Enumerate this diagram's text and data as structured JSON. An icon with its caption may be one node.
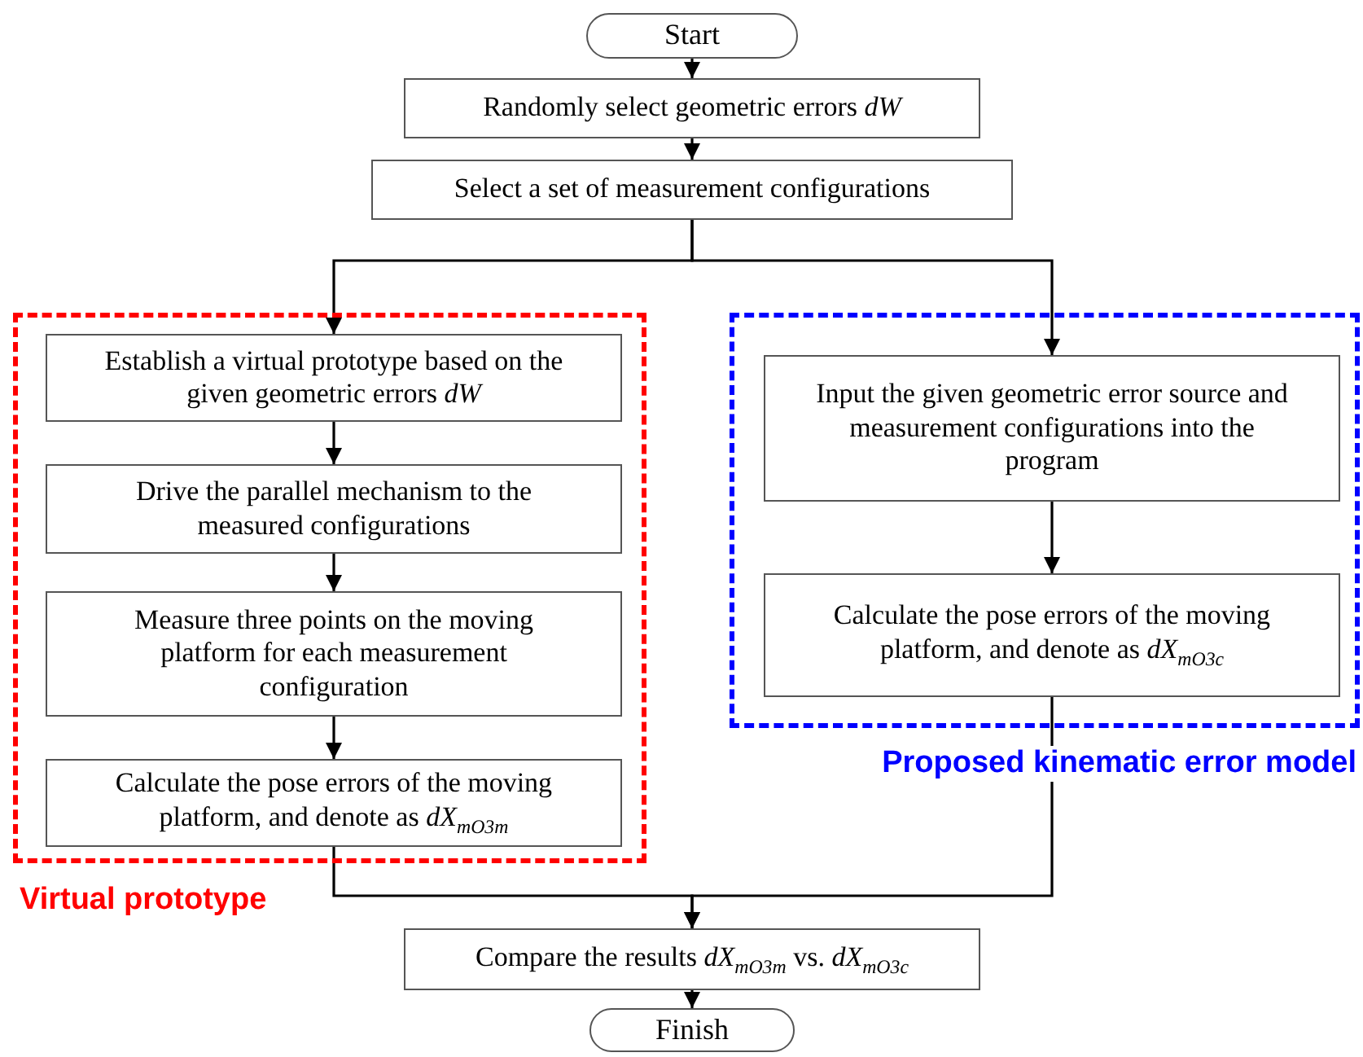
{
  "diagram": {
    "nodes": [
      {
        "text": [
          "Start"
        ]
      },
      {
        "text": [
          "Randomly select geometric errors *dW*"
        ]
      },
      {
        "text": [
          "Select a set of measurement configurations"
        ]
      },
      {
        "text": [
          "Virtual prototype"
        ]
      },
      {
        "text": [
          "Establish a virtual prototype based on the given geometric errors *dW*"
        ],
        "in": 3
      },
      {
        "text": [
          "Drive the parallel mechanism to the measured configurations"
        ],
        "in": 3
      },
      {
        "text": [
          "Measure three points on the moving platform for each measurement configuration"
        ],
        "in": 3
      },
      {
        "text": [
          "Calculate the pose errors of the moving platform, and denote as *dX*$_{mO3m}$"
        ],
        "in": 3
      },
      {
        "text": [
          "Proposed kinematic error model"
        ]
      },
      {
        "text": [
          "Input the given geometric error source and measurement configurations into the program"
        ],
        "in": 8
      },
      {
        "text": [
          "Calculate the pose errors of the moving platform, and denote as *dX*$_{mO3c}$"
        ],
        "in": 8
      },
      {
        "text": [
          "Compare the results *dX*$_{mO3m}$ vs. *dX*$_{mO3c}$"
        ]
      },
      {
        "text": [
          "Finish"
        ]
      }
    ],
    "edges": [
      {
        "from": 0,
        "to": 1,
        "arrow": "to"
      },
      {
        "from": 1,
        "to": 2,
        "arrow": "to"
      },
      {
        "from": 2,
        "to": 4,
        "arrow": "to"
      },
      {
        "from": 2,
        "to": 9,
        "arrow": "to"
      },
      {
        "from": 4,
        "to": 5,
        "arrow": "to"
      },
      {
        "from": 5,
        "to": 6,
        "arrow": "to"
      },
      {
        "from": 6,
        "to": 7,
        "arrow": "to"
      },
      {
        "from": 9,
        "to": 10,
        "arrow": "to"
      },
      {
        "from": 7,
        "to": 11,
        "arrow": "to"
      },
      {
        "from": 10,
        "to": 11,
        "arrow": "to"
      },
      {
        "from": 11,
        "to": 12,
        "arrow": "to"
      }
    ]
  }
}
